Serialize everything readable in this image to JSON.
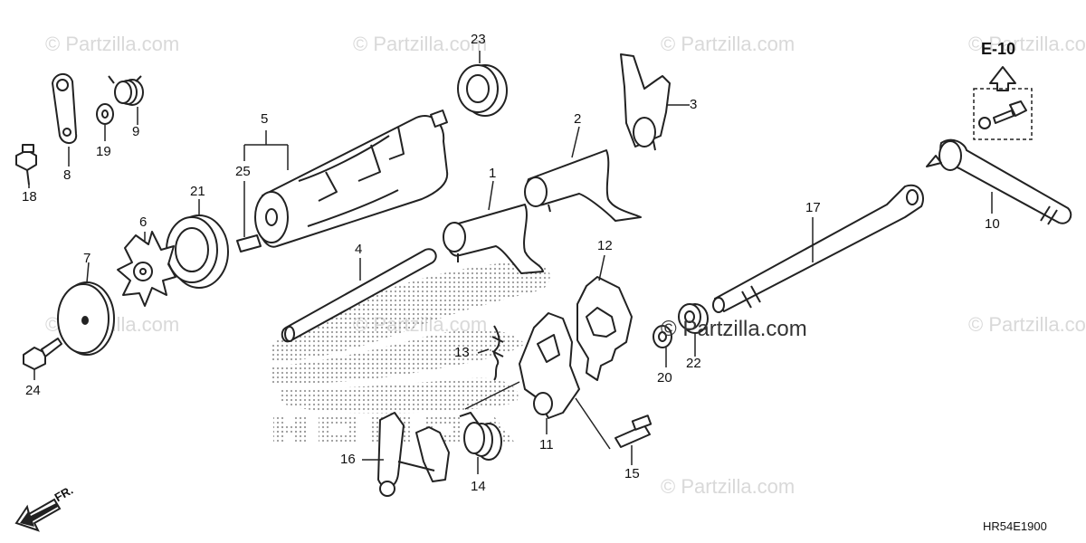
{
  "watermarks": [
    {
      "text": "© Partzilla.com"
    },
    {
      "text": "© Partzilla.com"
    },
    {
      "text": "© Partzilla.com"
    },
    {
      "text": "© Partzilla.com"
    },
    {
      "text": "© Partzilla.com"
    },
    {
      "text": "© Partzilla.com"
    },
    {
      "text": "© Partzilla.com"
    },
    {
      "text": "© Partzilla.com"
    }
  ],
  "center_watermark": "© Partzilla.com",
  "reference": {
    "label": "E-10"
  },
  "diagram_code": "HR54E1900",
  "front_indicator": "FR.",
  "callouts": [
    "1",
    "2",
    "3",
    "4",
    "5",
    "6",
    "7",
    "8",
    "9",
    "10",
    "11",
    "12",
    "13",
    "14",
    "15",
    "16",
    "17",
    "18",
    "19",
    "20",
    "21",
    "22",
    "23",
    "24",
    "25"
  ],
  "colors": {
    "line": "#222222",
    "watermark": "#d9d9d9",
    "honda_dots": "#9a9a9a"
  }
}
